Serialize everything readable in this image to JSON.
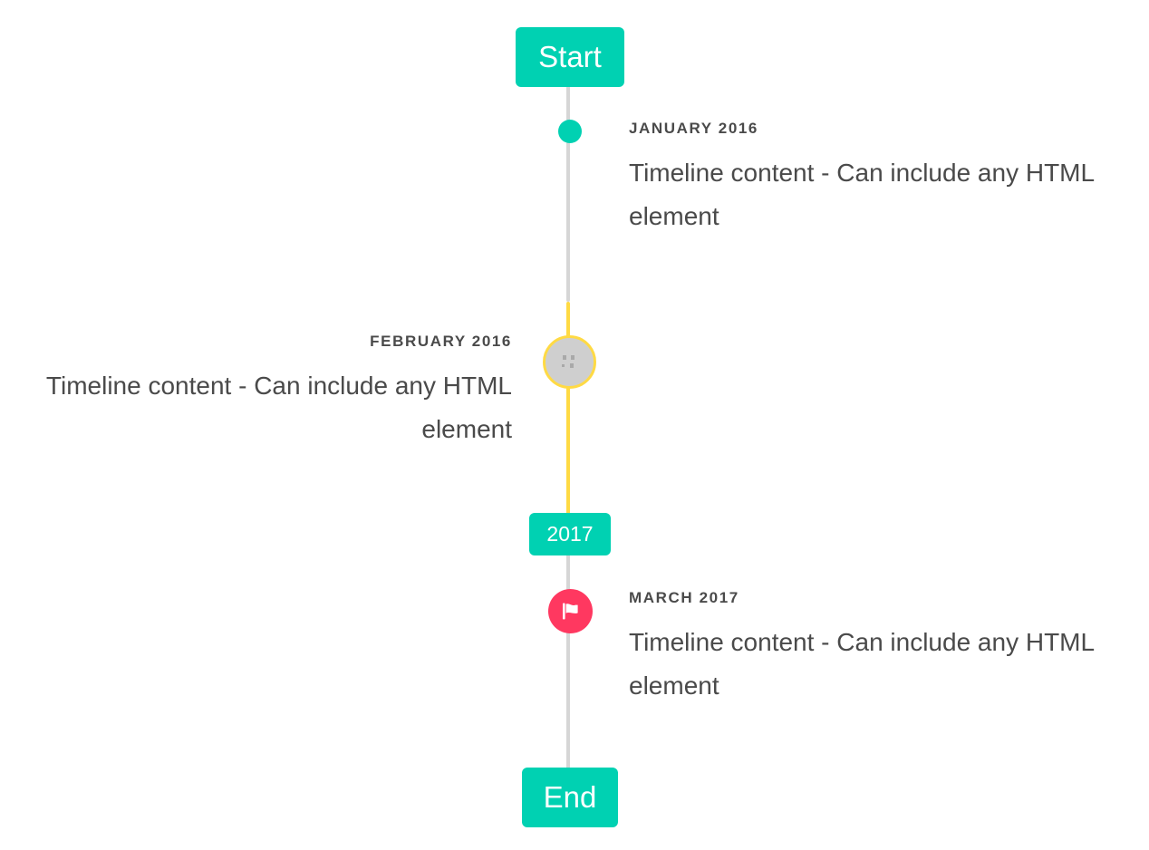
{
  "timeline": {
    "start_label": "Start",
    "end_label": "End",
    "year_divider_label": "2017",
    "entries": [
      {
        "date": "January 2016",
        "body": "Timeline content - Can include any HTML element",
        "side": "right",
        "marker": "dot-marker",
        "marker_color": "#00d1b2"
      },
      {
        "date": "February 2016",
        "body": "Timeline content - Can include any HTML element",
        "side": "left",
        "marker": "broken-image-icon",
        "marker_color": "#cfcfcf",
        "marker_ring_color": "#ffda44"
      },
      {
        "date": "March 2017",
        "body": "Timeline content - Can include any HTML element",
        "side": "right",
        "marker": "flag-icon",
        "marker_color": "#ff3860"
      }
    ],
    "colors": {
      "accent": "#00d1b2",
      "rail": "#d6d6d6",
      "rail_highlight": "#ffda44",
      "danger": "#ff3860",
      "text": "#4a4a4a"
    }
  }
}
